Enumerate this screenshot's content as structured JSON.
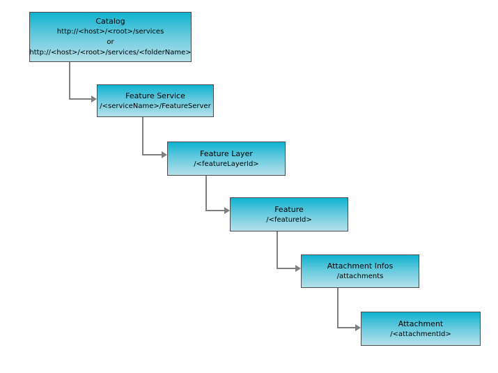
{
  "diagram": {
    "nodes": [
      {
        "id": "catalog",
        "title": "Catalog",
        "lines": [
          "http://<host>/<root>/services",
          "or",
          "http://<host>/<root>/services/<folderName>"
        ]
      },
      {
        "id": "feature-service",
        "title": "Feature Service",
        "lines": [
          "/<serviceName>/FeatureServer"
        ]
      },
      {
        "id": "feature-layer",
        "title": "Feature Layer",
        "lines": [
          "/<featureLayerId>"
        ]
      },
      {
        "id": "feature",
        "title": "Feature",
        "lines": [
          "/<featureId>"
        ]
      },
      {
        "id": "attachment-infos",
        "title": "Attachment Infos",
        "lines": [
          "/attachments"
        ]
      },
      {
        "id": "attachment",
        "title": "Attachment",
        "lines": [
          "/<attachmentId>"
        ]
      }
    ],
    "colors": {
      "node_gradient_top": "#0fb2d0",
      "node_gradient_bottom": "#b5e0ea",
      "node_border": "#4a4a4a",
      "connector": "#7f7f7f",
      "canvas_background": "#ffffff",
      "text": "#000000"
    }
  }
}
